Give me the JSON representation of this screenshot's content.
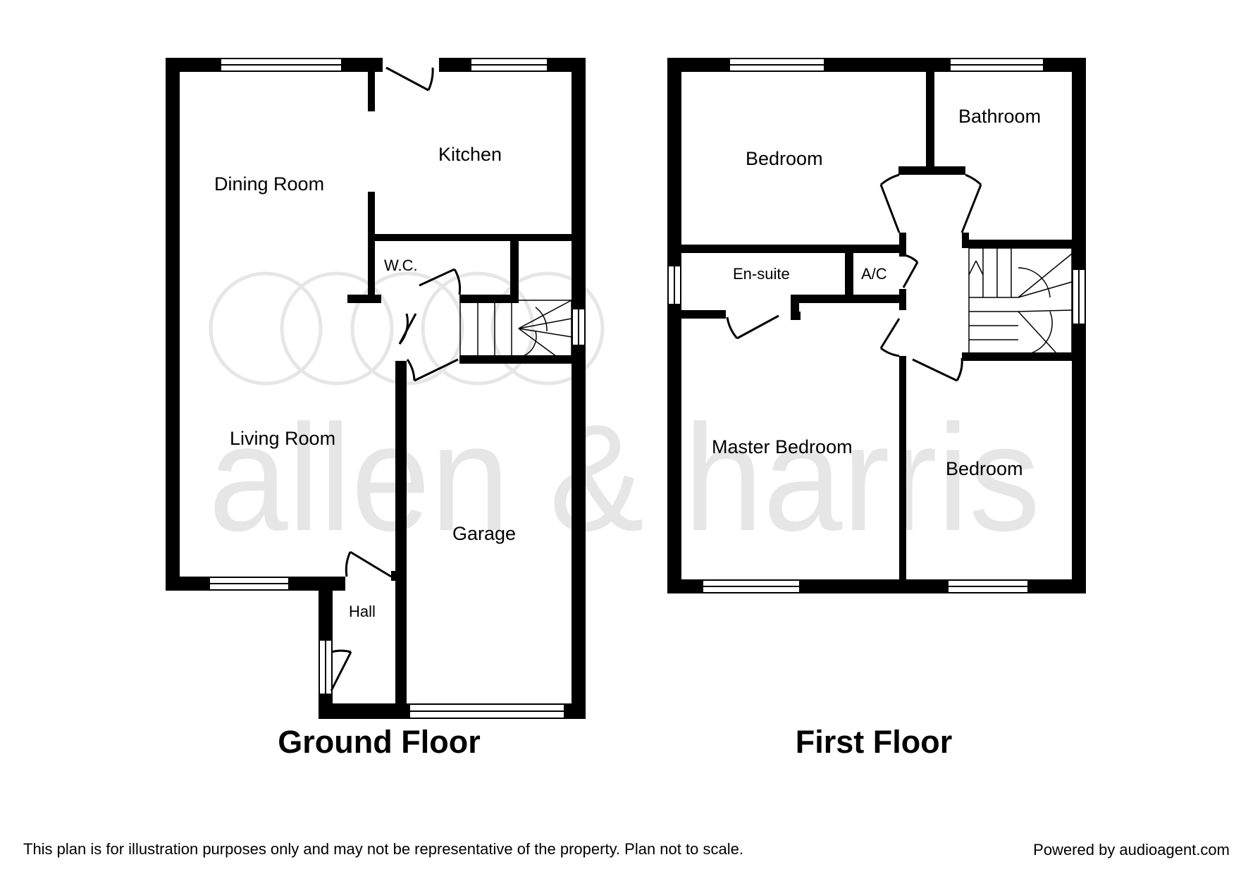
{
  "watermark": {
    "text": "allen & harris",
    "color": "#e6e6e6"
  },
  "colors": {
    "wall": "#000000",
    "background": "#ffffff"
  },
  "ground_floor": {
    "title": "Ground Floor",
    "rooms": {
      "dining_room": "Dining Room",
      "kitchen": "Kitchen",
      "wc": "W.C.",
      "living_room": "Living Room",
      "garage": "Garage",
      "hall": "Hall"
    }
  },
  "first_floor": {
    "title": "First Floor",
    "rooms": {
      "bedroom_front": "Bedroom",
      "bathroom": "Bathroom",
      "en_suite": "En-suite",
      "airing_cupboard": "A/C",
      "master_bedroom": "Master Bedroom",
      "bedroom_back": "Bedroom"
    }
  },
  "footer": {
    "disclaimer": "This plan is for illustration purposes only and may not be representative of the property. Plan not to scale.",
    "powered_by": "Powered by audioagent.com"
  }
}
